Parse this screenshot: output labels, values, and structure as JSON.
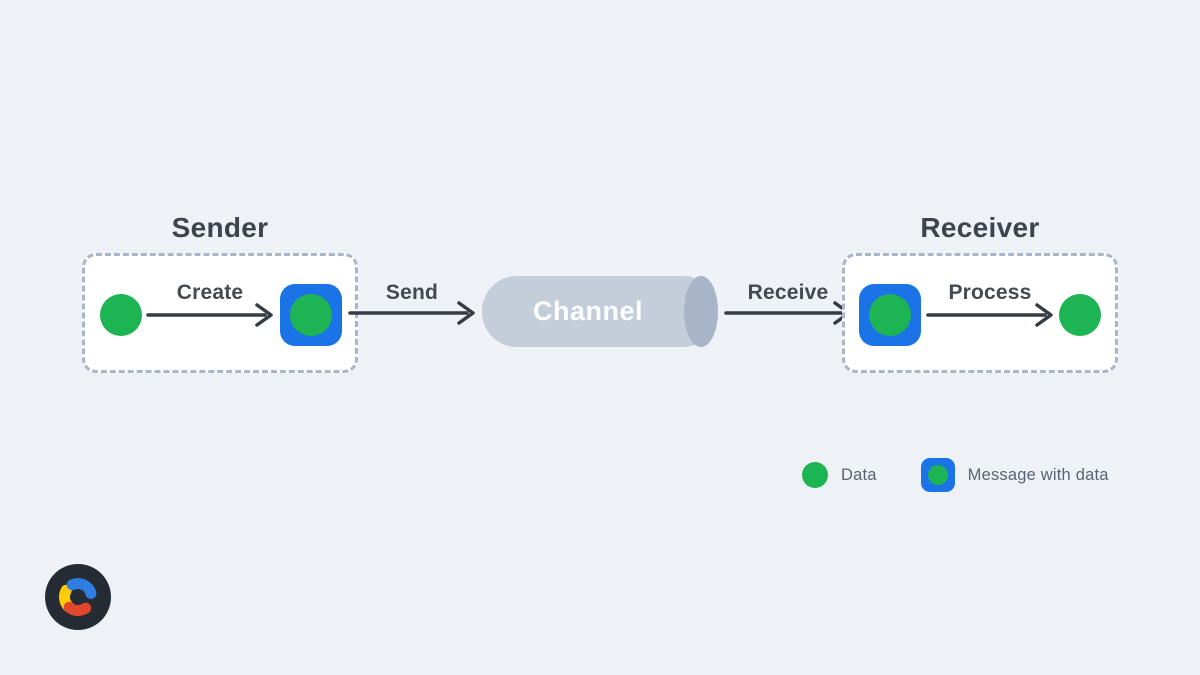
{
  "sender": {
    "title": "Sender",
    "step_label": "Create"
  },
  "receiver": {
    "title": "Receiver",
    "step_label": "Process"
  },
  "channel": {
    "label": "Channel"
  },
  "transport": {
    "send_label": "Send",
    "receive_label": "Receive"
  },
  "legend": {
    "data_label": "Data",
    "message_label": "Message with data"
  },
  "icons": {
    "data": "data-dot",
    "message": "message-with-data",
    "logo": "brand-logo-c"
  },
  "colors": {
    "bg": "#eef1f5",
    "box_bg": "#ffffff",
    "dashed_border": "#a9b6c9",
    "green": "#1db453",
    "blue": "#1b73e8",
    "channel_body": "#c4cdda",
    "channel_cap": "#a8b4c7",
    "channel_text": "#ffffff",
    "arrow": "#363c43",
    "title_text": "#3d444d",
    "label_text": "#434a52",
    "legend_text": "#5b6472",
    "logo_bg": "#262c34",
    "logo_blue": "#2e7de2",
    "logo_yellow": "#fdcb06",
    "logo_red": "#e1472c"
  }
}
